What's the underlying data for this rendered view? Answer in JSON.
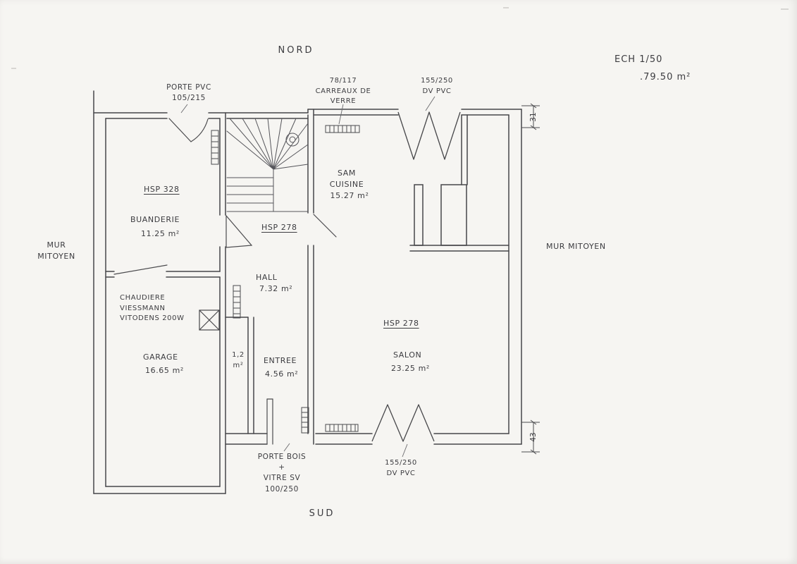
{
  "compass": {
    "north": "NORD",
    "south": "SUD"
  },
  "title_block": {
    "scale": "ECH  1/50",
    "area_total": ".79.50 m²"
  },
  "party_walls": {
    "left": "MUR MITOYEN",
    "right": "MUR MITOYEN"
  },
  "rooms": {
    "buanderie": {
      "hsp": "HSP 328",
      "name": "BUANDERIE",
      "area": "11.25 m²"
    },
    "hall": {
      "hsp": "HSP 278",
      "name": "HALL",
      "area": "7.32 m²"
    },
    "sam_cuisine": {
      "name": "SAM\nCUISINE",
      "area": "15.27 m²"
    },
    "garage": {
      "name": "GARAGE",
      "area": "16.65 m²"
    },
    "placard": {
      "area": "1,2\nm²"
    },
    "entree": {
      "name": "ENTREE",
      "area": "4.56 m²"
    },
    "salon": {
      "hsp": "HSP 278",
      "name": "SALON",
      "area": "23.25 m²"
    }
  },
  "annotations": {
    "door_north": "PORTE PVC\n105/215",
    "glass_blocks": "78/117\nCARREAUX DE\nVERRE",
    "window_north": "155/250\nDV PVC",
    "window_south": "155/250\nDV PVC",
    "boiler": "CHAUDIERE\nVIESSMANN\nVITODENS 200W",
    "door_south": "PORTE BOIS\n+\nVITRE SV\n100/250",
    "dim_top_right": "31",
    "dim_bottom_right": "43"
  }
}
